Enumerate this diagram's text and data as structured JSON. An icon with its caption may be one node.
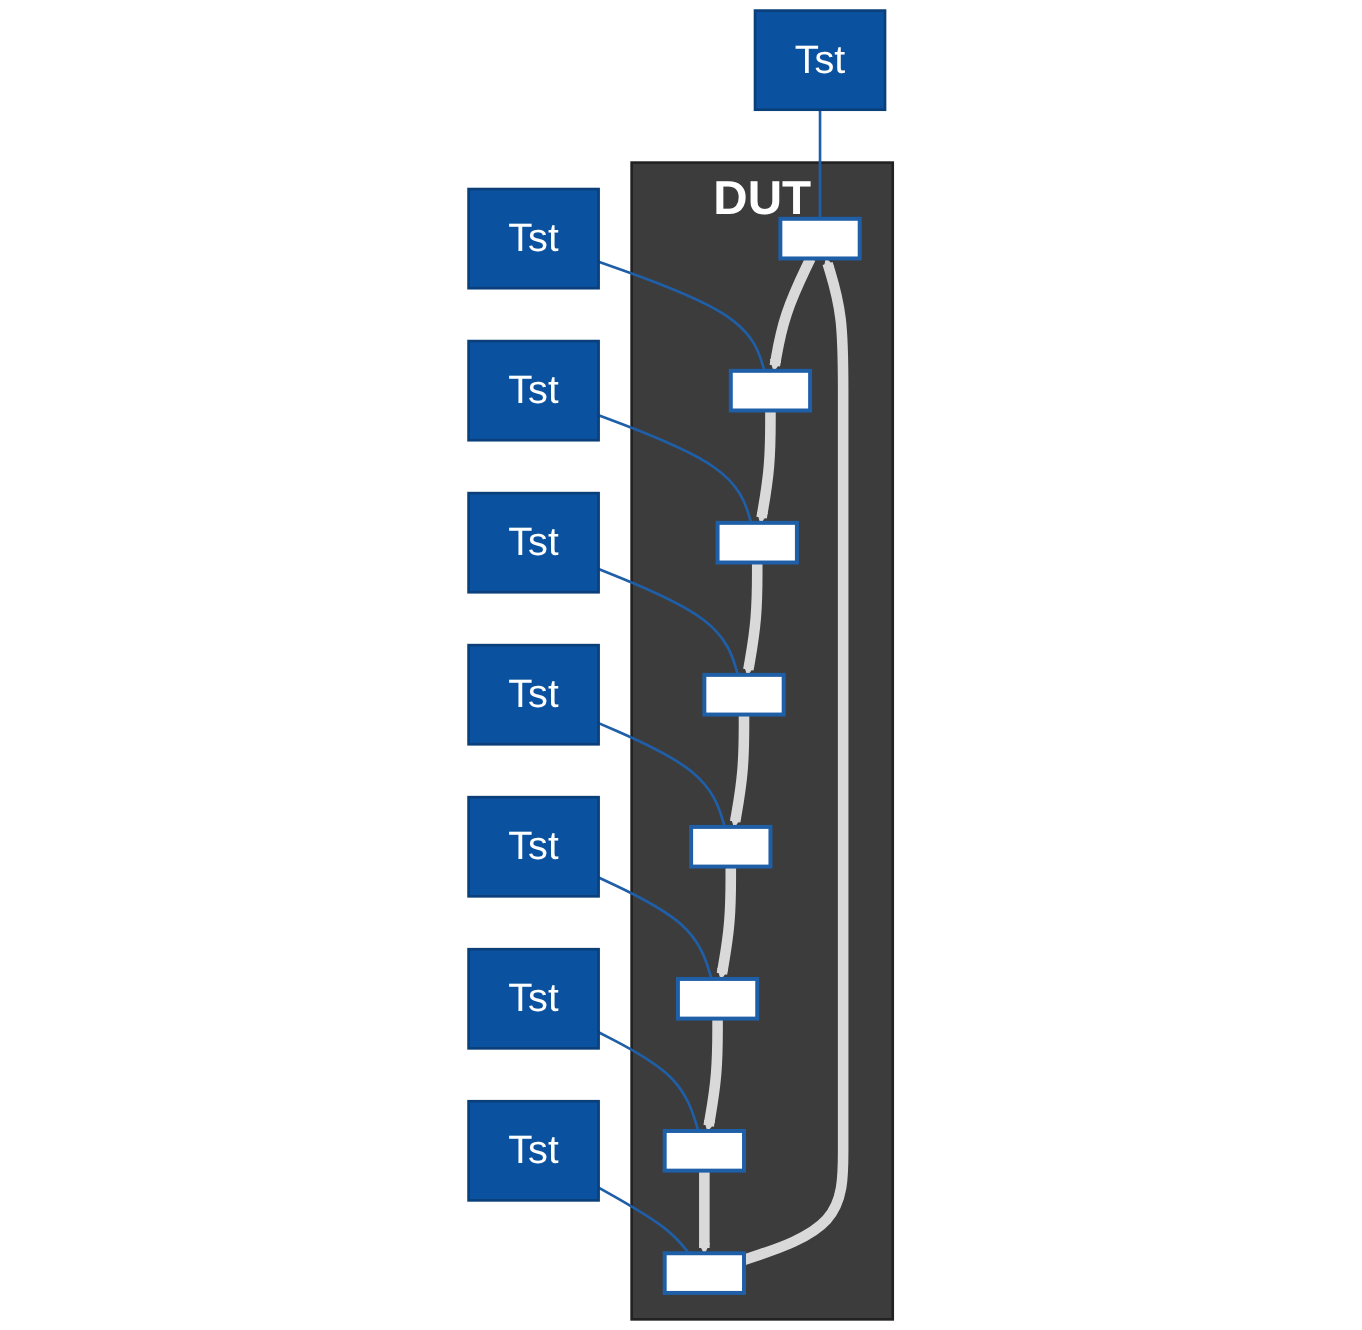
{
  "diagram": {
    "nodes": [
      {
        "text": [
          "DUT"
        ]
      },
      {
        "text": [],
        "shape": "box",
        "in": 0
      },
      {
        "text": [],
        "shape": "box",
        "in": 0
      },
      {
        "text": [],
        "shape": "box",
        "in": 0
      },
      {
        "text": [],
        "shape": "box",
        "in": 0
      },
      {
        "text": [],
        "shape": "box",
        "in": 0
      },
      {
        "text": [],
        "shape": "box",
        "in": 0
      },
      {
        "text": [],
        "shape": "box",
        "in": 0
      },
      {
        "text": [],
        "shape": "box",
        "in": 0
      },
      {
        "text": [
          "Tst"
        ]
      },
      {
        "text": [
          "Tst"
        ]
      },
      {
        "text": [
          "Tst"
        ]
      },
      {
        "text": [
          "Tst"
        ]
      },
      {
        "text": [
          "Tst"
        ]
      },
      {
        "text": [
          "Tst"
        ]
      },
      {
        "text": [
          "Tst"
        ]
      },
      {
        "text": [
          "Tst"
        ]
      }
    ],
    "edges": [
      {
        "from": 9,
        "to": 1,
        "arrow": "none",
        "color": "#1f5fa8"
      },
      {
        "from": 10,
        "to": 2,
        "arrow": "none",
        "color": "#1f5fa8"
      },
      {
        "from": 11,
        "to": 3,
        "arrow": "none",
        "color": "#1f5fa8"
      },
      {
        "from": 12,
        "to": 4,
        "arrow": "none",
        "color": "#1f5fa8"
      },
      {
        "from": 13,
        "to": 5,
        "arrow": "none",
        "color": "#1f5fa8"
      },
      {
        "from": 14,
        "to": 6,
        "arrow": "none",
        "color": "#1f5fa8"
      },
      {
        "from": 15,
        "to": 7,
        "arrow": "none",
        "color": "#1f5fa8"
      },
      {
        "from": 16,
        "to": 8,
        "arrow": "none",
        "color": "#1f5fa8"
      },
      {
        "from": 1,
        "to": 3,
        "arrow": "to",
        "style": "thick",
        "color": "#d9d9d9"
      },
      {
        "from": 3,
        "to": 5,
        "arrow": "to",
        "style": "thick",
        "color": "#d9d9d9"
      },
      {
        "from": 5,
        "to": 7,
        "arrow": "to",
        "style": "thick",
        "color": "#d9d9d9"
      },
      {
        "from": 7,
        "to": 8,
        "arrow": "to",
        "style": "thick",
        "color": "#d9d9d9"
      },
      {
        "from": 8,
        "to": 6,
        "arrow": "to",
        "style": "thick",
        "color": "#d9d9d9"
      },
      {
        "from": 6,
        "to": 4,
        "arrow": "to",
        "style": "thick",
        "color": "#d9d9d9"
      },
      {
        "from": 4,
        "to": 2,
        "arrow": "to",
        "style": "thick",
        "color": "#d9d9d9"
      },
      {
        "from": 2,
        "to": 1,
        "arrow": "to",
        "style": "thick",
        "color": "#d9d9d9"
      }
    ]
  }
}
